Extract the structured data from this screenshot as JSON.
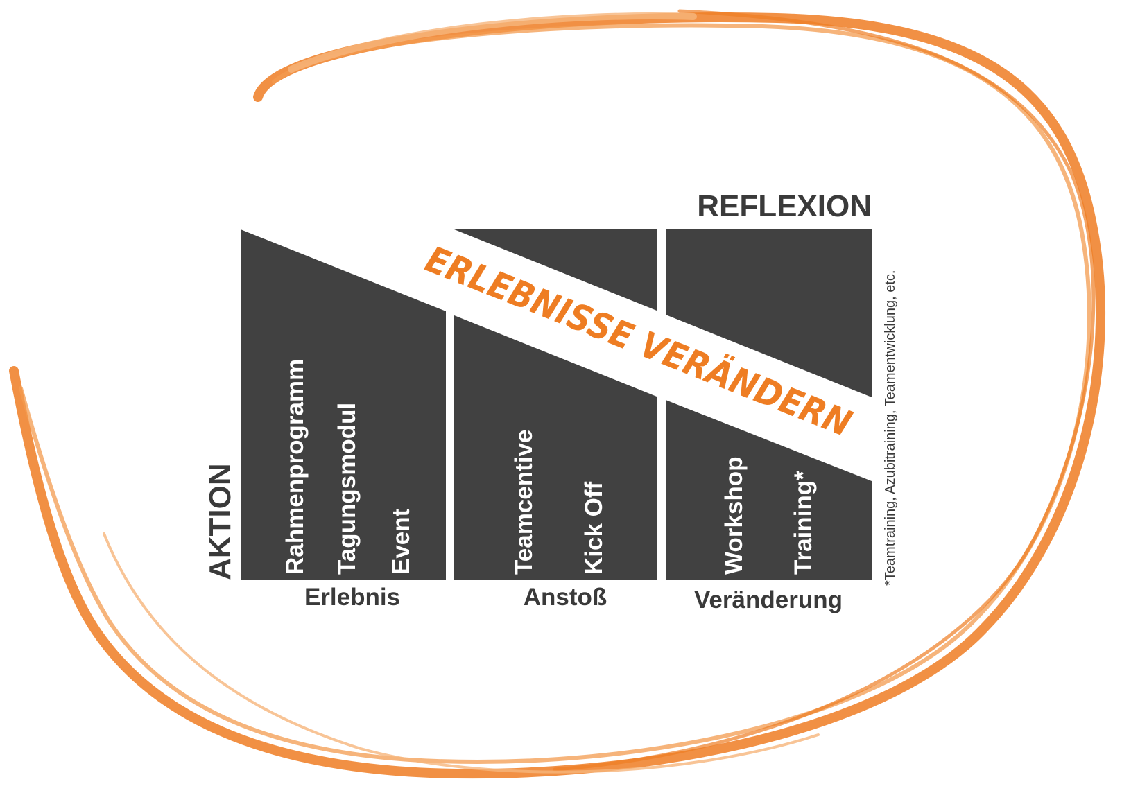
{
  "axes": {
    "action_label": "AKTION",
    "reflection_label": "REFLEXION"
  },
  "columns": [
    {
      "category": "Erlebnis",
      "items": [
        "Rahmenprogramm",
        "Tagungsmodul",
        "Event"
      ]
    },
    {
      "category": "Anstoß",
      "items": [
        "Teamcentive",
        "Kick Off"
      ]
    },
    {
      "category": "Veränderung",
      "items": [
        "Workshop",
        "Training*"
      ]
    }
  ],
  "slogan": "ERLEBNISSE VERÄNDERN",
  "footnote": "*Teamtraining, Azubitraining, Teamentwicklung, etc.",
  "colors": {
    "block": "#414141",
    "accent": "#ee7d23",
    "accent_light": "#f6b57c",
    "label": "#3a3a3a"
  }
}
